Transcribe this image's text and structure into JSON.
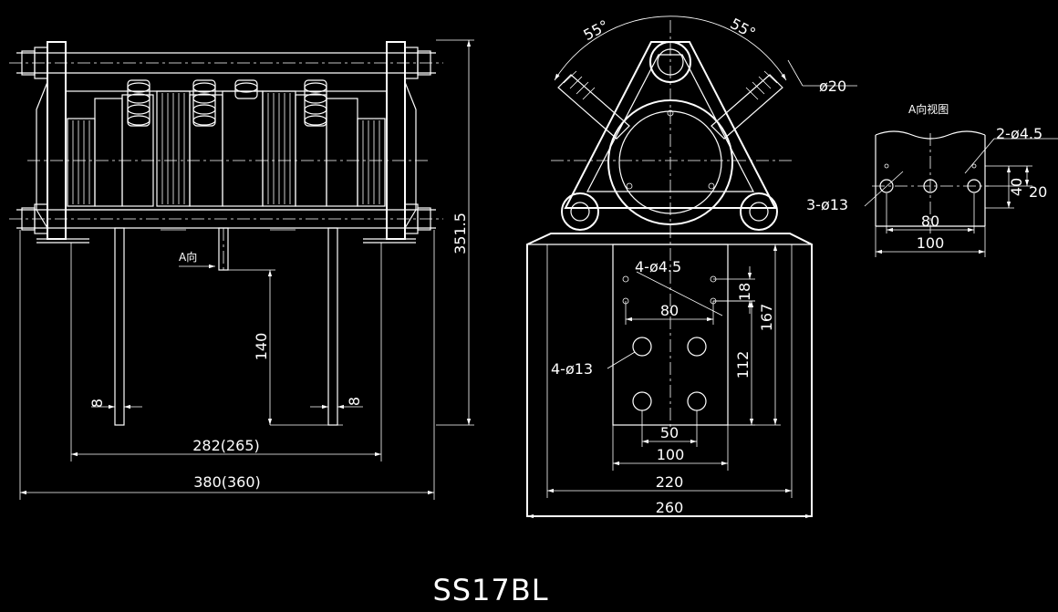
{
  "title": "SS17BL",
  "front_view": {
    "height_dim": "351.5",
    "dim_140": "140",
    "dim_8_left": "8",
    "dim_8_right": "8",
    "dim_282": "282(265)",
    "dim_380": "380(360)",
    "a_label": "A向"
  },
  "side_view": {
    "angle_left": "55°",
    "angle_right": "55°",
    "dia_20": "ø20",
    "holes_small": "4-ø4.5",
    "holes_large": "4-ø13",
    "dim_80": "80",
    "dim_18": "18",
    "dim_167": "167",
    "dim_112": "112",
    "dim_50": "50",
    "dim_100": "100",
    "dim_220": "220",
    "dim_260": "260"
  },
  "a_view": {
    "title": "A向视图",
    "holes_small": "2-ø4.5",
    "holes_large": "3-ø13",
    "dim_40": "40",
    "dim_20": "20",
    "dim_80": "80",
    "dim_100": "100"
  }
}
